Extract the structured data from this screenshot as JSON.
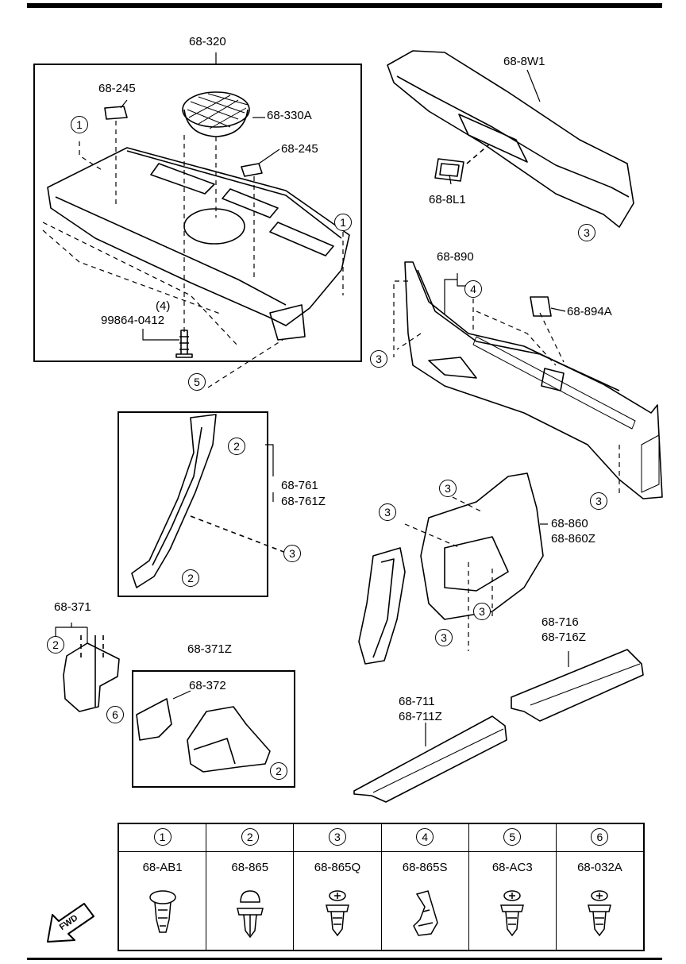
{
  "callouts": {
    "c1": "1",
    "c2": "2",
    "c3": "3",
    "c4": "4",
    "c5": "5",
    "c6": "6"
  },
  "labels": {
    "rear_package_assy": "68-320",
    "rear_package_clip_a": "68-245",
    "rear_package_clip_b": "68-245",
    "speaker_grille": "68-330A",
    "screw_qty": "(4)",
    "screw": "99864-0412",
    "trunk_lid_trim": "68-8W1",
    "trunk_lid_handle": "68-8L1",
    "trunk_side_trim": "68-890",
    "trunk_trim_cover": "68-894A",
    "pillar_trim": "68-761",
    "pillar_trim_z": "68-761Z",
    "side_trim": "68-860",
    "side_trim_z": "68-860Z",
    "quarter_trim": "68-371",
    "quarter_trim_z": "68-371Z",
    "quarter_trim_part": "68-372",
    "rear_scuff": "68-716",
    "rear_scuff_z": "68-716Z",
    "front_scuff": "68-711",
    "front_scuff_z": "68-711Z",
    "fwd_arrow": "FWD"
  },
  "legend": [
    {
      "num": "1",
      "part": "68-AB1",
      "icon": "push-clip-icon"
    },
    {
      "num": "2",
      "part": "68-865",
      "icon": "push-rivet-icon"
    },
    {
      "num": "3",
      "part": "68-865Q",
      "icon": "screw-clip-icon"
    },
    {
      "num": "4",
      "part": "68-865S",
      "icon": "hook-clip-icon"
    },
    {
      "num": "5",
      "part": "68-AC3",
      "icon": "screw-clip-icon"
    },
    {
      "num": "6",
      "part": "68-032A",
      "icon": "screw-clip-icon"
    }
  ]
}
